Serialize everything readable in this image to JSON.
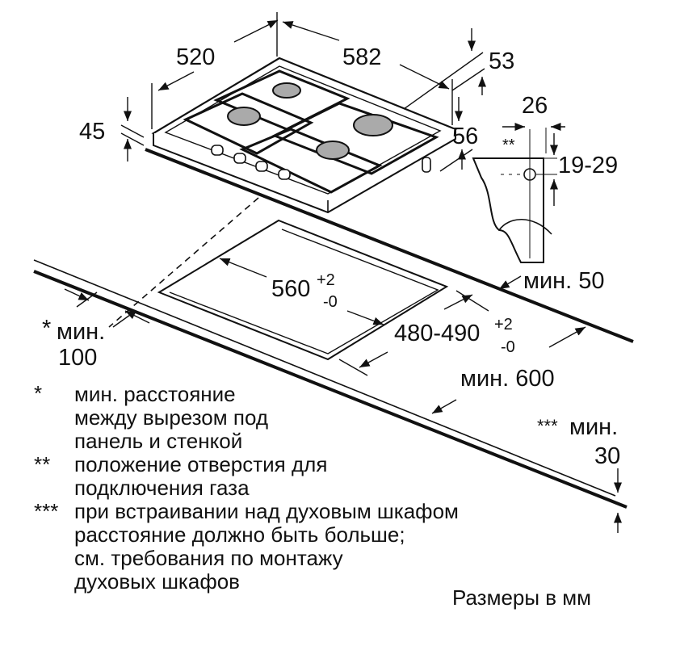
{
  "dimensions": {
    "depth": "520",
    "width": "582",
    "right_depth": "53",
    "height": "45",
    "gas_offset": "56",
    "pipe_width": "26",
    "pipe_marker": "**",
    "pipe_height": "19-29",
    "cutout_width": "560",
    "cutout_width_tol_plus": "+2",
    "cutout_width_tol_minus": "-0",
    "cutout_depth": "480-490",
    "cutout_depth_tol_plus": "+2",
    "cutout_depth_tol_minus": "-0",
    "min_back": "мин. 50",
    "min_front_marker": "*",
    "min_front_label": "мин.",
    "min_front_value": "100",
    "min_depth": "мин. 600",
    "min_below_marker": "***",
    "min_below_label": "мин.",
    "min_below_value": "30"
  },
  "notes": [
    {
      "marker": "*",
      "lines": [
        "мин. расстояние",
        "между вырезом под",
        "панель и стенкой"
      ]
    },
    {
      "marker": "**",
      "lines": [
        "положение отверстия для",
        "подключения газа"
      ]
    },
    {
      "marker": "***",
      "lines": [
        "при встраивании над духовым шкафом",
        "расстояние должно быть больше;",
        "см. требования по монтажу",
        "духовых шкафов"
      ]
    }
  ],
  "units_caption": "Размеры в мм"
}
